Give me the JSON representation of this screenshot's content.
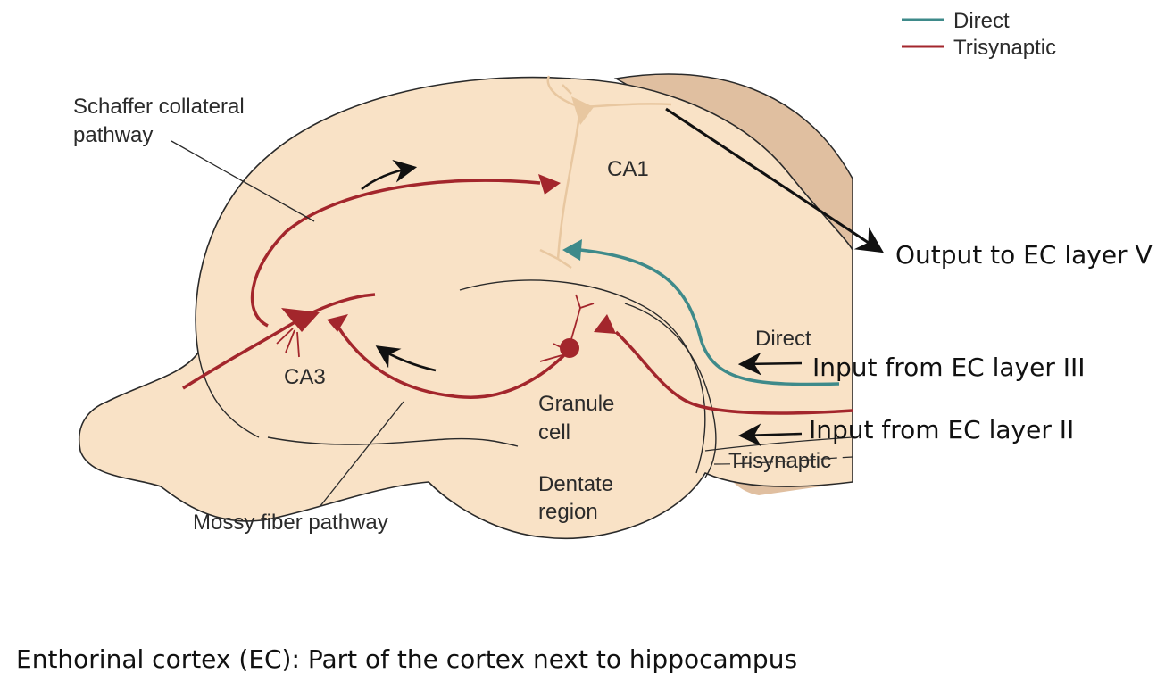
{
  "legend": {
    "items": [
      {
        "label": "Direct",
        "color": "#3e8a8a"
      },
      {
        "label": "Trisynaptic",
        "color": "#a3262c"
      }
    ]
  },
  "labels": {
    "schaffer_line1": "Schaffer collateral",
    "schaffer_line2": "pathway",
    "ca1": "CA1",
    "ca3": "CA3",
    "granule_line1": "Granule",
    "granule_line2": "cell",
    "dentate_line1": "Dentate",
    "dentate_line2": "region",
    "mossy": "Mossy fiber pathway",
    "direct": "Direct",
    "trisynaptic": "Trisynaptic",
    "output": "Output to EC layer V",
    "input_iii": "Input from EC layer III",
    "input_ii": "Input from EC layer II"
  },
  "caption": "Enthorinal cortex (EC): Part of the cortex next to hippocampus",
  "colors": {
    "tissue": "#f9e2c6",
    "tissue_dark": "#e0bfa0",
    "outline": "#2a2a2a",
    "trisynaptic": "#a3262c",
    "direct": "#3e8a8a",
    "pyramidal_ca1": "#e8c7a0"
  }
}
